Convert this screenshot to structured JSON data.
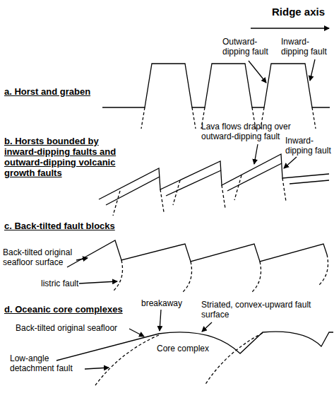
{
  "diagram": {
    "labels": [
      "Ridge axis",
      "a. Horst and graben",
      "Outward-dipping fault",
      "Inward-dipping fault",
      "b. Horsts bounded by inward-dipping faults and outward-dipping volcanic growth faults",
      "Lava flows draping over outward-dipping fault",
      "Inward-dipping fault",
      "c. Back-tilted fault blocks",
      "Back-tilted original seafloor surface",
      "listric fault",
      "d. Oceanic core complexes",
      "breakaway",
      "Back-tilted original seafloor",
      "Striated, convex-upward fault surface",
      "Core complex",
      "Low-angle detachment fault"
    ]
  }
}
